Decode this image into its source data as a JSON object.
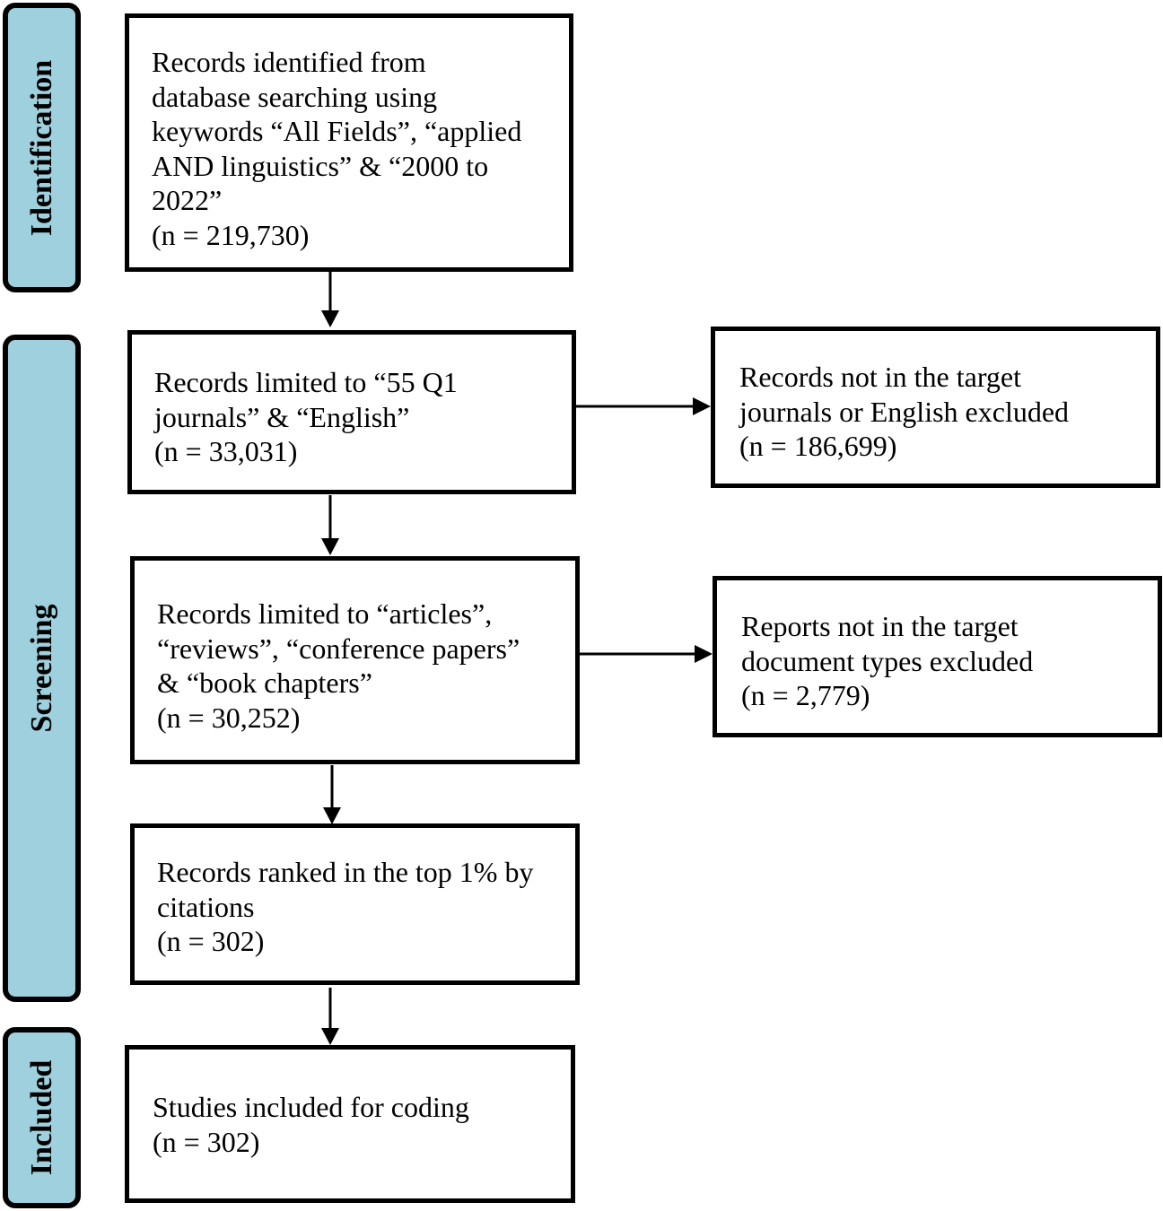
{
  "phases": {
    "identification": "Identification",
    "screening": "Screening",
    "included": "Included"
  },
  "boxes": {
    "identified": {
      "lines": [
        "Records identified from",
        "database searching using",
        "keywords “All Fields”, “applied",
        "AND linguistics” & “2000 to",
        "2022”",
        "(n = 219,730)"
      ]
    },
    "limited_journals": {
      "lines": [
        "Records limited to “55 Q1",
        "journals” & “English”",
        "(n = 33,031)"
      ]
    },
    "excluded_journals": {
      "lines": [
        "Records not in the target",
        "journals or English excluded",
        "(n = 186,699)"
      ]
    },
    "limited_types": {
      "lines": [
        "Records limited to “articles”,",
        "“reviews”, “conference papers”",
        "& “book chapters”",
        "(n = 30,252)"
      ]
    },
    "excluded_types": {
      "lines": [
        "Reports not in the target",
        "document types excluded",
        "(n = 2,779)"
      ]
    },
    "ranked": {
      "lines": [
        "Records ranked in the top 1% by",
        "citations",
        "(n = 302)"
      ]
    },
    "included": {
      "lines": [
        "Studies included for coding",
        "(n = 302)"
      ]
    }
  },
  "colors": {
    "phase_fill": "#9fd0de",
    "border": "#000000"
  }
}
